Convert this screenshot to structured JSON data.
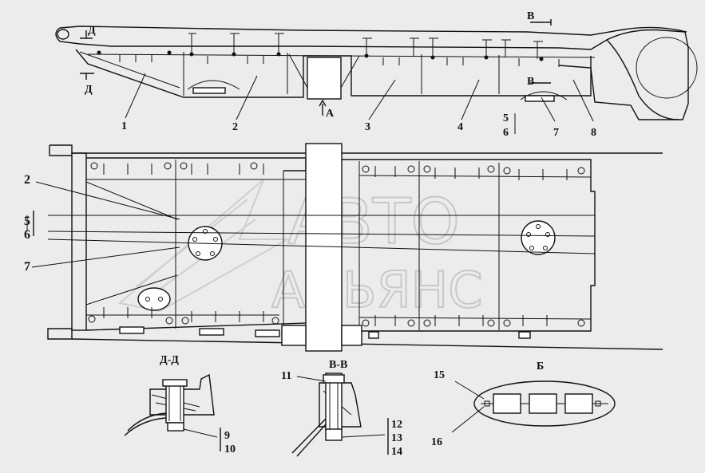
{
  "watermark": {
    "line1": "АВТО",
    "line2": "АЛЬЯНС"
  },
  "section_marks": {
    "d_top": "Д",
    "d_bottom": "Д",
    "v_top": "В",
    "v_mid": "В",
    "a_arrow": "А"
  },
  "side_view_callouts": [
    "1",
    "2",
    "3",
    "4",
    "5",
    "6",
    "7",
    "8"
  ],
  "plan_view_callouts": [
    "2",
    "5",
    "6",
    "7"
  ],
  "detail_titles": {
    "dd": "Д-Д",
    "vv": "В-В",
    "b": "Б"
  },
  "detail_callouts": {
    "dd": [
      "9",
      "10"
    ],
    "vv": [
      "11",
      "12",
      "13",
      "14"
    ],
    "b": [
      "15",
      "16"
    ]
  }
}
